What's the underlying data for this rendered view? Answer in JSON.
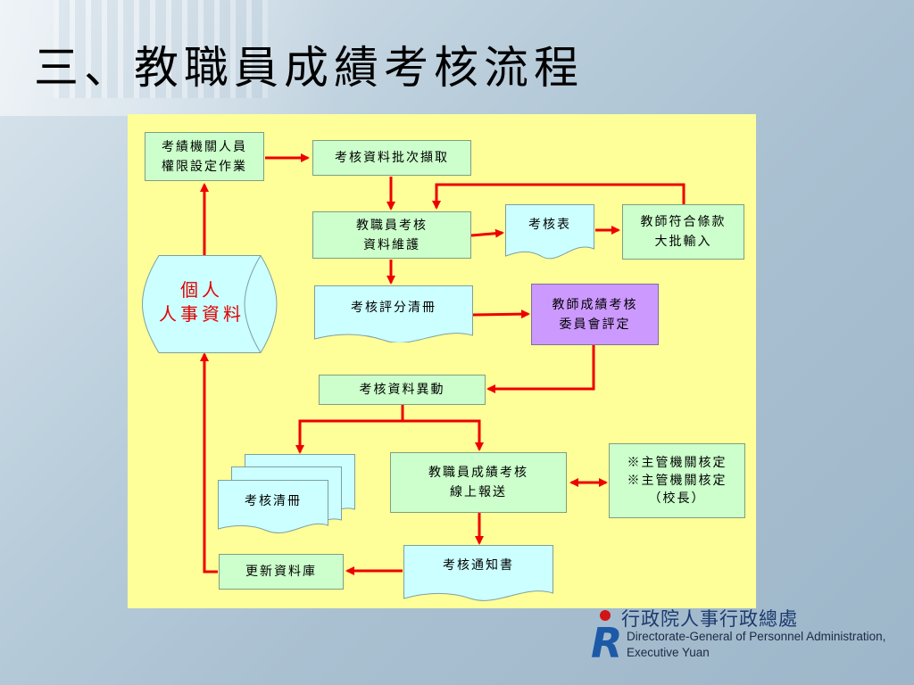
{
  "title": "三、教職員成績考核流程",
  "nodes": {
    "perm_setup": "考績機關人員\n權限設定作業",
    "batch_fetch": "考核資料批次擷取",
    "data_maintain": "教職員考核\n資料維護",
    "form": "考核表",
    "teacher_input": "教師符合條款\n大批輸入",
    "score_list": "考核評分清冊",
    "committee": "教師成績考核\n委員會評定",
    "personal_data": "個人\n人事資料",
    "data_change": "考核資料異動",
    "roster": "考核清冊",
    "online_report": "教職員成績考核\n線上報送",
    "authority": "※主管機關核定\n※主管機關核定\n（校長）",
    "update_db": "更新資料庫",
    "notice": "考核通知書"
  },
  "logo": {
    "name_cn": "行政院人事行政總處",
    "name_en_line1": "Directorate-General of Personnel Administration,",
    "name_en_line2": "Executive Yuan",
    "mark": "R"
  },
  "colors": {
    "arrow": "#ee0000",
    "panel": "#ffff99",
    "process": "#ccffcc",
    "document": "#ccffff",
    "committee": "#cc99ff",
    "drum_text": "#e00000"
  }
}
